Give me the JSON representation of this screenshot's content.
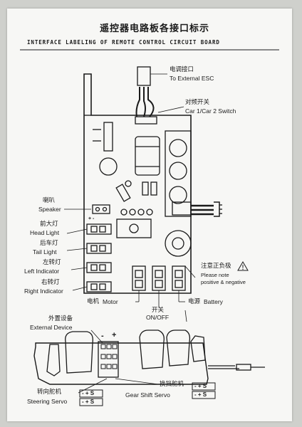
{
  "title": {
    "zh": "遥控器电路板各接口标示",
    "en": "INTERFACE LABELING OF REMOTE CONTROL CIRCUIT BOARD"
  },
  "labels": {
    "esc": {
      "zh": "电调接口",
      "en": "To External ESC"
    },
    "switch": {
      "zh": "对频开关",
      "en": "Car 1/Car 2 Switch"
    },
    "speaker": {
      "zh": "喇叭",
      "en": "Speaker"
    },
    "head_light": {
      "zh": "前大灯",
      "en": "Head Light"
    },
    "tail_light": {
      "zh": "后车灯",
      "en": "Tail Light"
    },
    "left_indicator": {
      "zh": "左转灯",
      "en": "Left Indicator"
    },
    "right_indicator": {
      "zh": "右转灯",
      "en": "Right Indicator"
    },
    "polarity": {
      "zh": "注意正负极",
      "en1": "Please note",
      "en2": "positive & negative",
      "warning_symbol": "⚠"
    },
    "motor": {
      "zh": "电机",
      "en": "Motor"
    },
    "onoff": {
      "zh": "开关",
      "en": "ON/OFF"
    },
    "battery": {
      "zh": "电源",
      "en": "Battery"
    },
    "external_device": {
      "zh": "外置设备",
      "en": "External Device"
    },
    "steering_servo": {
      "zh": "转向舵机",
      "en": "Steering Servo",
      "pins_top": "- + S",
      "pins_bottom": "- + S"
    },
    "gear_servo": {
      "zh": "换挡舵机",
      "en": "Gear Shift Servo",
      "pins_top": "- + S",
      "pins_bottom": "- + S"
    },
    "minus_sign": "-",
    "plus_sign": "+",
    "plus_minus_board": "+  -"
  }
}
